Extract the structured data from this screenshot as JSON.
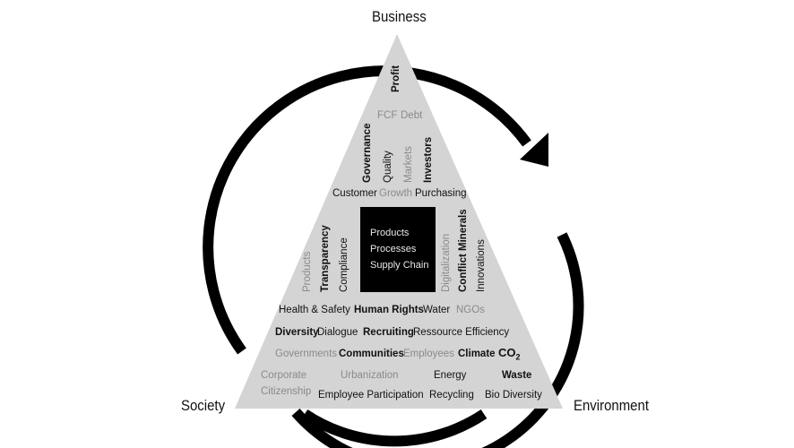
{
  "corners": {
    "top": "Business",
    "left": "Society",
    "right": "Environment"
  },
  "core": {
    "lines": [
      "Products",
      "Processes",
      "Supply Chain"
    ]
  },
  "vertical_labels": {
    "profit": "Profit",
    "governance": "Governance",
    "quality": "Quality",
    "markets": "Markets",
    "investors": "Investors",
    "products": "Products",
    "transparency": "Transparency",
    "compliance": "Compliance",
    "digitalization": "Digitalization",
    "conflict_minerals": "Conflict Minerals",
    "innovations": "Innovations"
  },
  "rows": {
    "fcf": "FCF",
    "debt": "Debt",
    "customer": "Customer",
    "growth": "Growth",
    "purchasing": "Purchasing",
    "health_safety": "Health & Safety",
    "human_rights": "Human Rights",
    "water": "Water",
    "ngos": "NGOs",
    "diversity": "Diversity",
    "dialogue": "Dialogue",
    "recruiting": "Recruiting",
    "ressource_efficiency": "Ressource Efficiency",
    "governments": "Governments",
    "communities": "Communities",
    "employees": "Employees",
    "climate": "Climate",
    "co2_base": "CO",
    "co2_sub": "2",
    "corporate": "Corporate",
    "citizenship": "Citizenship",
    "urbanization": "Urbanization",
    "employee_participation": "Employee Participation",
    "energy": "Energy",
    "recycling": "Recycling",
    "waste": "Waste",
    "bio_diversity": "Bio Diversity"
  },
  "colors": {
    "triangle_fill": "#d4d4d4",
    "arrow": "#000000",
    "emphasis_text": "#111111",
    "muted_text": "#8a8a8a",
    "core_box": "#000000"
  }
}
